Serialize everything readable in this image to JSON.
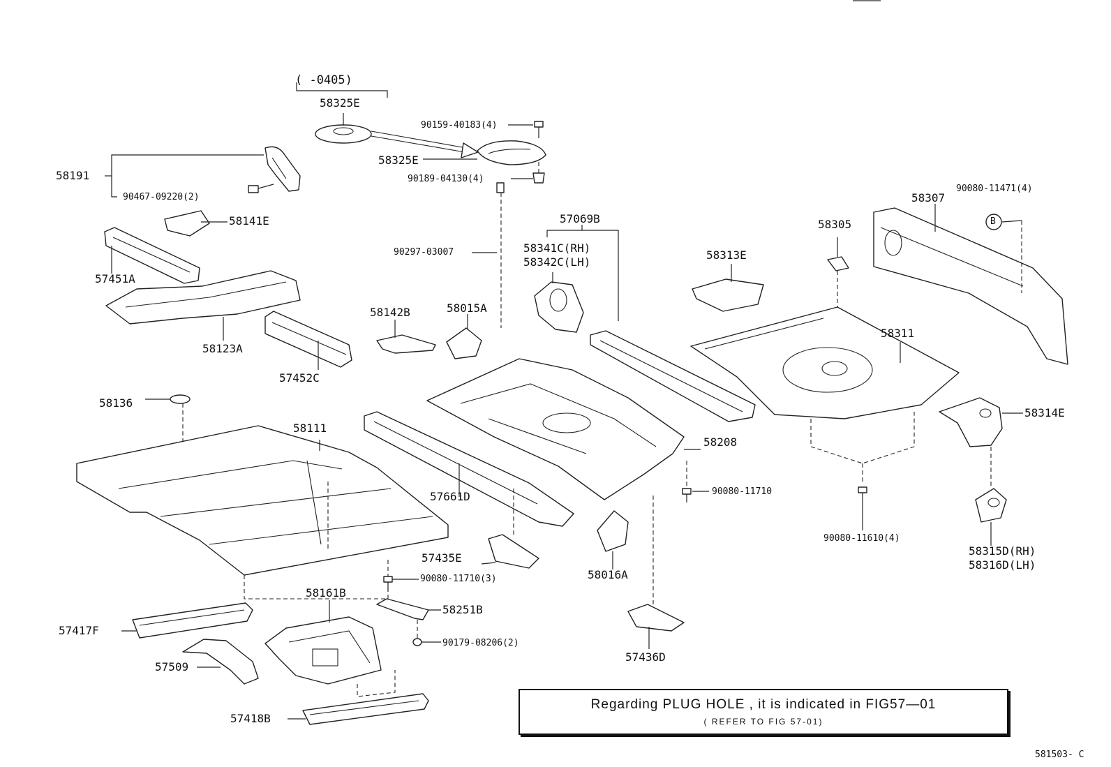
{
  "date_range": "(    -0405)",
  "labels": {
    "l58325E_top": "58325E",
    "l58325E": "58325E",
    "l90159": "90159-40183(4)",
    "l90189": "90189-04130(4)",
    "l58191": "58191",
    "l90467": "90467-09220(2)",
    "l58141E": "58141E",
    "l57451A": "57451A",
    "l58123A": "58123A",
    "l57452C": "57452C",
    "l58142B": "58142B",
    "l58015A": "58015A",
    "l90297": "90297-03007",
    "l57069B": "57069B",
    "l58341C": "58341C(RH)",
    "l58342C": "58342C(LH)",
    "l58313E": "58313E",
    "l58305": "58305",
    "l58307": "58307",
    "l90080_11471": "90080-11471(4)",
    "lB": "B",
    "l58311": "58311",
    "l58314E": "58314E",
    "l58136": "58136",
    "l58111": "58111",
    "l57661D": "57661D",
    "l58208": "58208",
    "l90080_11710a": "90080-11710",
    "l90080_11610": "90080-11610(4)",
    "l58315D": "58315D(RH)",
    "l58316D": "58316D(LH)",
    "l57435E": "57435E",
    "l90080_11710b": "90080-11710(3)",
    "l58016A": "58016A",
    "l58161B": "58161B",
    "l58251B": "58251B",
    "l57417F": "57417F",
    "l90179": "90179-08206(2)",
    "l57436D": "57436D",
    "l57509": "57509",
    "l57418B": "57418B"
  },
  "note": {
    "main": "Regarding PLUG HOLE , it is indicated in FIG57—01",
    "sub": "( REFER TO FIG 57-01)"
  },
  "figure_code": "581503- C"
}
